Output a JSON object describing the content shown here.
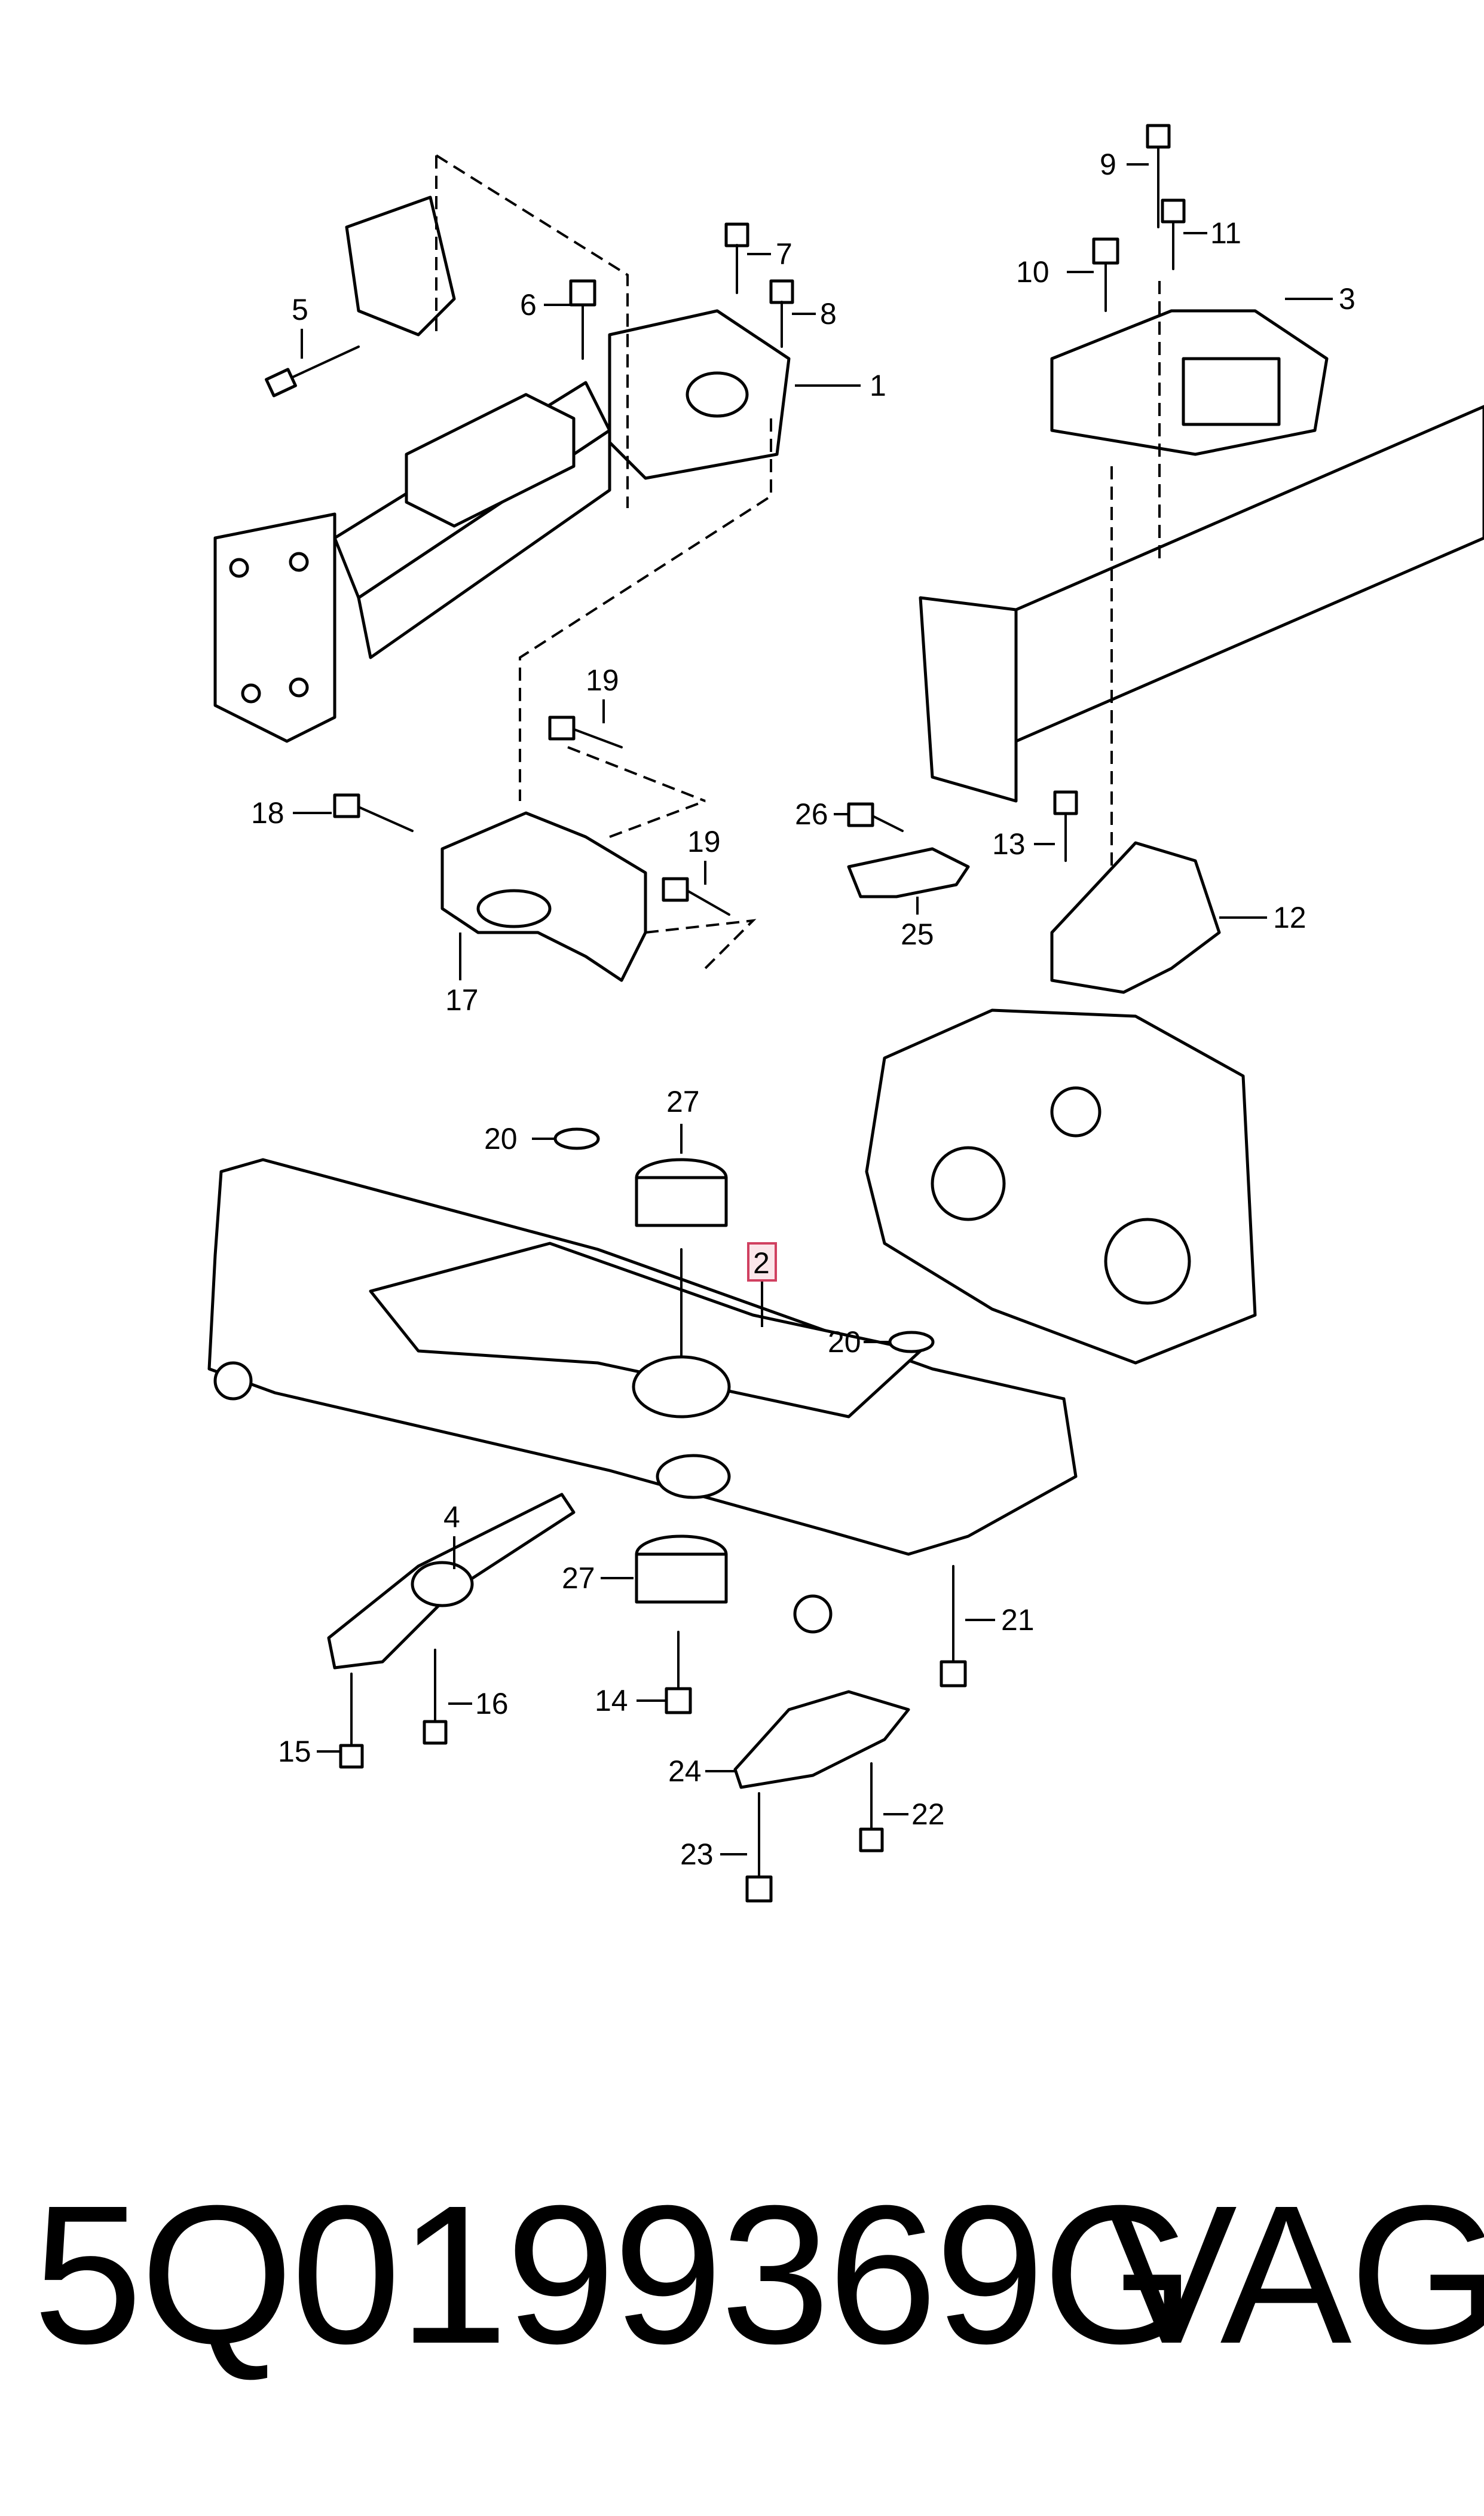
{
  "diagram": {
    "callouts": [
      "1",
      "2",
      "3",
      "4",
      "5",
      "6",
      "7",
      "8",
      "9",
      "10",
      "11",
      "12",
      "13",
      "14",
      "15",
      "16",
      "17",
      "18",
      "19",
      "19",
      "20",
      "20",
      "21",
      "22",
      "23",
      "24",
      "25",
      "26",
      "27",
      "27"
    ],
    "highlighted_callout": "2"
  },
  "footer": {
    "part_number": "5Q0199369G",
    "brand": "VAG"
  }
}
